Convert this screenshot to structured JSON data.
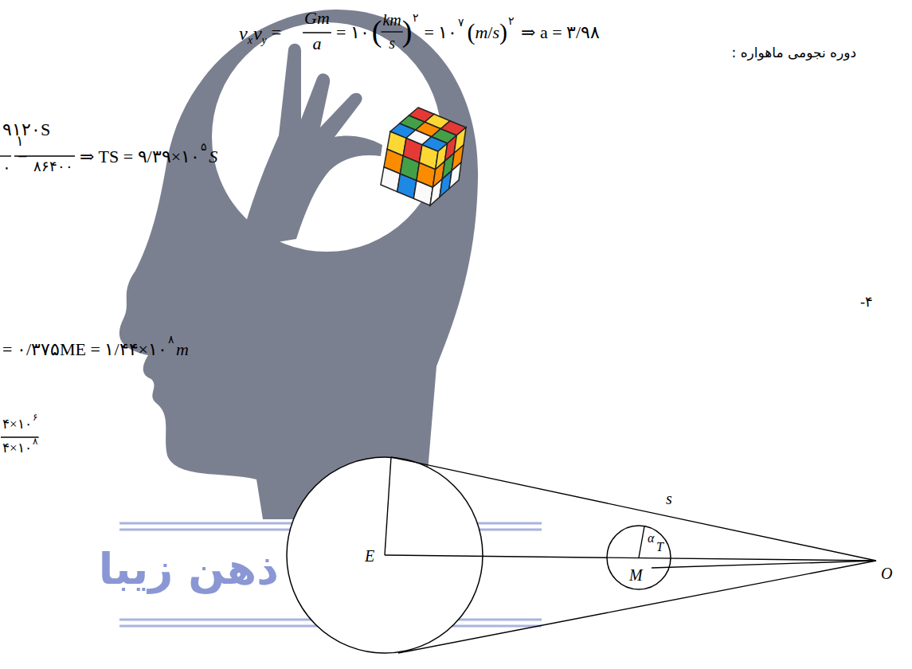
{
  "diagram": {
    "nodes": [
      {
        "text": [
          "E"
        ]
      },
      {
        "text": [
          "M",
          "α",
          "T"
        ]
      }
    ],
    "labels": [
      "v",
      "x",
      "v",
      "y",
      "=",
      "Gm",
      "a",
      "= ۱۰",
      "(",
      "km",
      "s",
      ")",
      "۲",
      "= ۱۰",
      "۷",
      "(",
      "m",
      "/",
      "s",
      ")",
      "۲",
      "⇒ a = ۳/۹۸",
      "دوره نجومی ماهواره :",
      "۹۱۲۰S",
      "۰",
      "−",
      "۱",
      "۸۶۴۰۰",
      "⇒ TS = ۹/۳۹×۱۰",
      "۵",
      "S",
      "-۴",
      "= ۰/۳۷۵ME = ۱/۴۴×۱۰",
      "۸",
      "m",
      "۴×۱۰",
      "۶",
      "۴×۱۰",
      "۸",
      "ذهن زیبا",
      "O",
      "s"
    ]
  }
}
